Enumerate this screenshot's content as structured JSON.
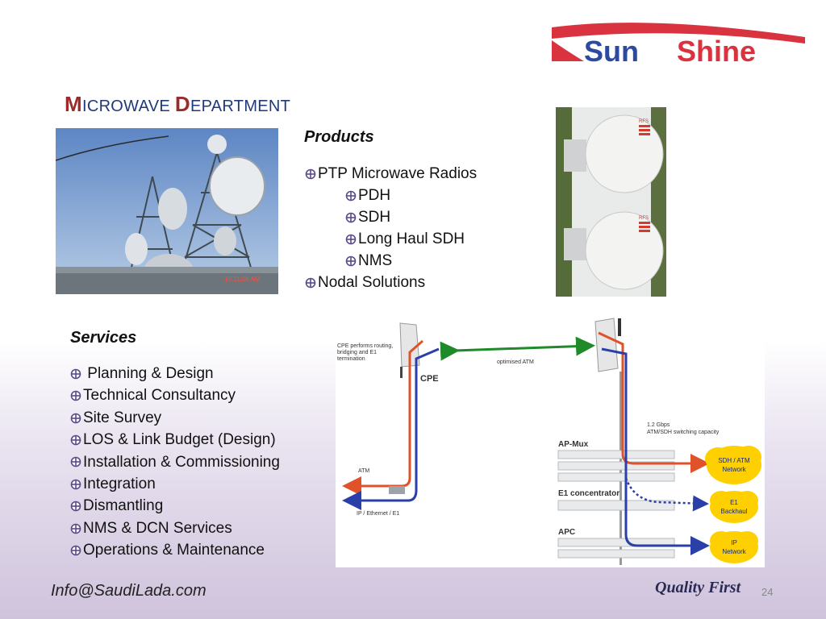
{
  "logo": {
    "text_part1": "Sun",
    "text_part2": "Shine"
  },
  "title": {
    "cap1": "M",
    "rest1": "ICROWAVE",
    "cap2": "D",
    "rest2": "EPARTMENT"
  },
  "photos": {
    "left_timestamp": "16  11:08 AM",
    "right_badge": "RFS"
  },
  "products": {
    "heading": "Products",
    "items": [
      "PTP Microwave Radios",
      "PDH",
      "SDH",
      "Long Haul SDH",
      "NMS",
      "Nodal Solutions"
    ]
  },
  "services": {
    "heading": "Services",
    "items": [
      " Planning & Design",
      "Technical Consultancy",
      "Site Survey",
      "LOS & Link Budget (Design)",
      "Installation & Commissioning",
      "Integration",
      "Dismantling",
      "NMS & DCN Services",
      "Operations & Maintenance"
    ]
  },
  "diagram": {
    "cpe_note_line1": "CPE performs routing,",
    "cpe_note_line2": "bridging and E1",
    "cpe_note_line3": "termination",
    "link_label": "optimised ATM",
    "cpe_label": "CPE",
    "capacity_line1": "1.2 Gbps",
    "capacity_line2": "ATM/SDH switching capacity",
    "apmux_label": "AP-Mux",
    "e1conc_label": "E1 concentrator",
    "apc_label": "APC",
    "atm_label": "ATM",
    "ip_label": "IP / Ethernet / E1",
    "cloud1_line1": "SDH / ATM",
    "cloud1_line2": "Network",
    "cloud2_line1": "E1",
    "cloud2_line2": "Backhaul",
    "cloud3_line1": "IP",
    "cloud3_line2": "Network"
  },
  "footer": {
    "email": "Info@SaudiLada.com",
    "quality": "Quality First",
    "page": "24"
  },
  "colors": {
    "title_blue": "#1f3a7a",
    "title_red": "#9b2b2b",
    "logo_red": "#d8333f",
    "logo_blue": "#2b4aa0",
    "bullet": "#5b4a8a",
    "arrow_orange": "#e0522a",
    "arrow_blue": "#2b3fa8",
    "arrow_green": "#1f8a2a",
    "cloud_yellow": "#ffd000"
  }
}
